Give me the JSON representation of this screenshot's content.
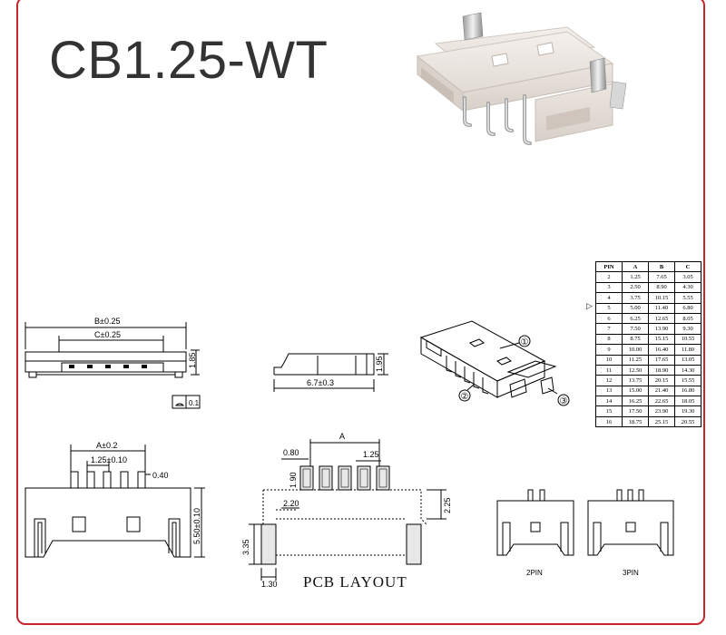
{
  "title": "CB1.25-WT",
  "labels": {
    "b_dim": "B±0.25",
    "c_dim": "C±0.25",
    "height": "1.85",
    "flatness": "0.1",
    "side_height": "1.95",
    "side_width": "6.7±0.3",
    "callout_1": "①",
    "callout_2": "②",
    "callout_3": "③",
    "a_dim": "A±0.2",
    "pitch": "1.25±0.10",
    "pin_width": "0.40",
    "total_height": "5.50±0.10",
    "layout_a": "A",
    "pad_w": "0.80",
    "pad_pitch": "1.25",
    "pad_len": "1.90",
    "pad_offset": "2.20",
    "pad_gap": "2.25",
    "mount_h": "3.35",
    "mount_w": "1.30",
    "pcb_layout": "PCB LAYOUT",
    "pin2": "2PIN",
    "pin3": "3PIN",
    "marker": "▷"
  },
  "table": {
    "headers": [
      "PIN",
      "A",
      "B",
      "C"
    ],
    "rows": [
      [
        "2",
        "1.25",
        "7.65",
        "3.05"
      ],
      [
        "3",
        "2.50",
        "8.90",
        "4.30"
      ],
      [
        "4",
        "3.75",
        "10.15",
        "5.55"
      ],
      [
        "5",
        "5.00",
        "11.40",
        "6.80"
      ],
      [
        "6",
        "6.25",
        "12.65",
        "8.05"
      ],
      [
        "7",
        "7.50",
        "13.90",
        "9.30"
      ],
      [
        "8",
        "8.75",
        "15.15",
        "10.55"
      ],
      [
        "9",
        "10.00",
        "16.40",
        "11.80"
      ],
      [
        "10",
        "11.25",
        "17.65",
        "13.05"
      ],
      [
        "11",
        "12.50",
        "18.90",
        "14.30"
      ],
      [
        "12",
        "13.75",
        "20.15",
        "15.55"
      ],
      [
        "13",
        "15.00",
        "21.40",
        "16.80"
      ],
      [
        "14",
        "16.25",
        "22.65",
        "18.05"
      ],
      [
        "15",
        "17.50",
        "23.90",
        "19.30"
      ],
      [
        "16",
        "18.75",
        "25.15",
        "20.55"
      ]
    ]
  }
}
